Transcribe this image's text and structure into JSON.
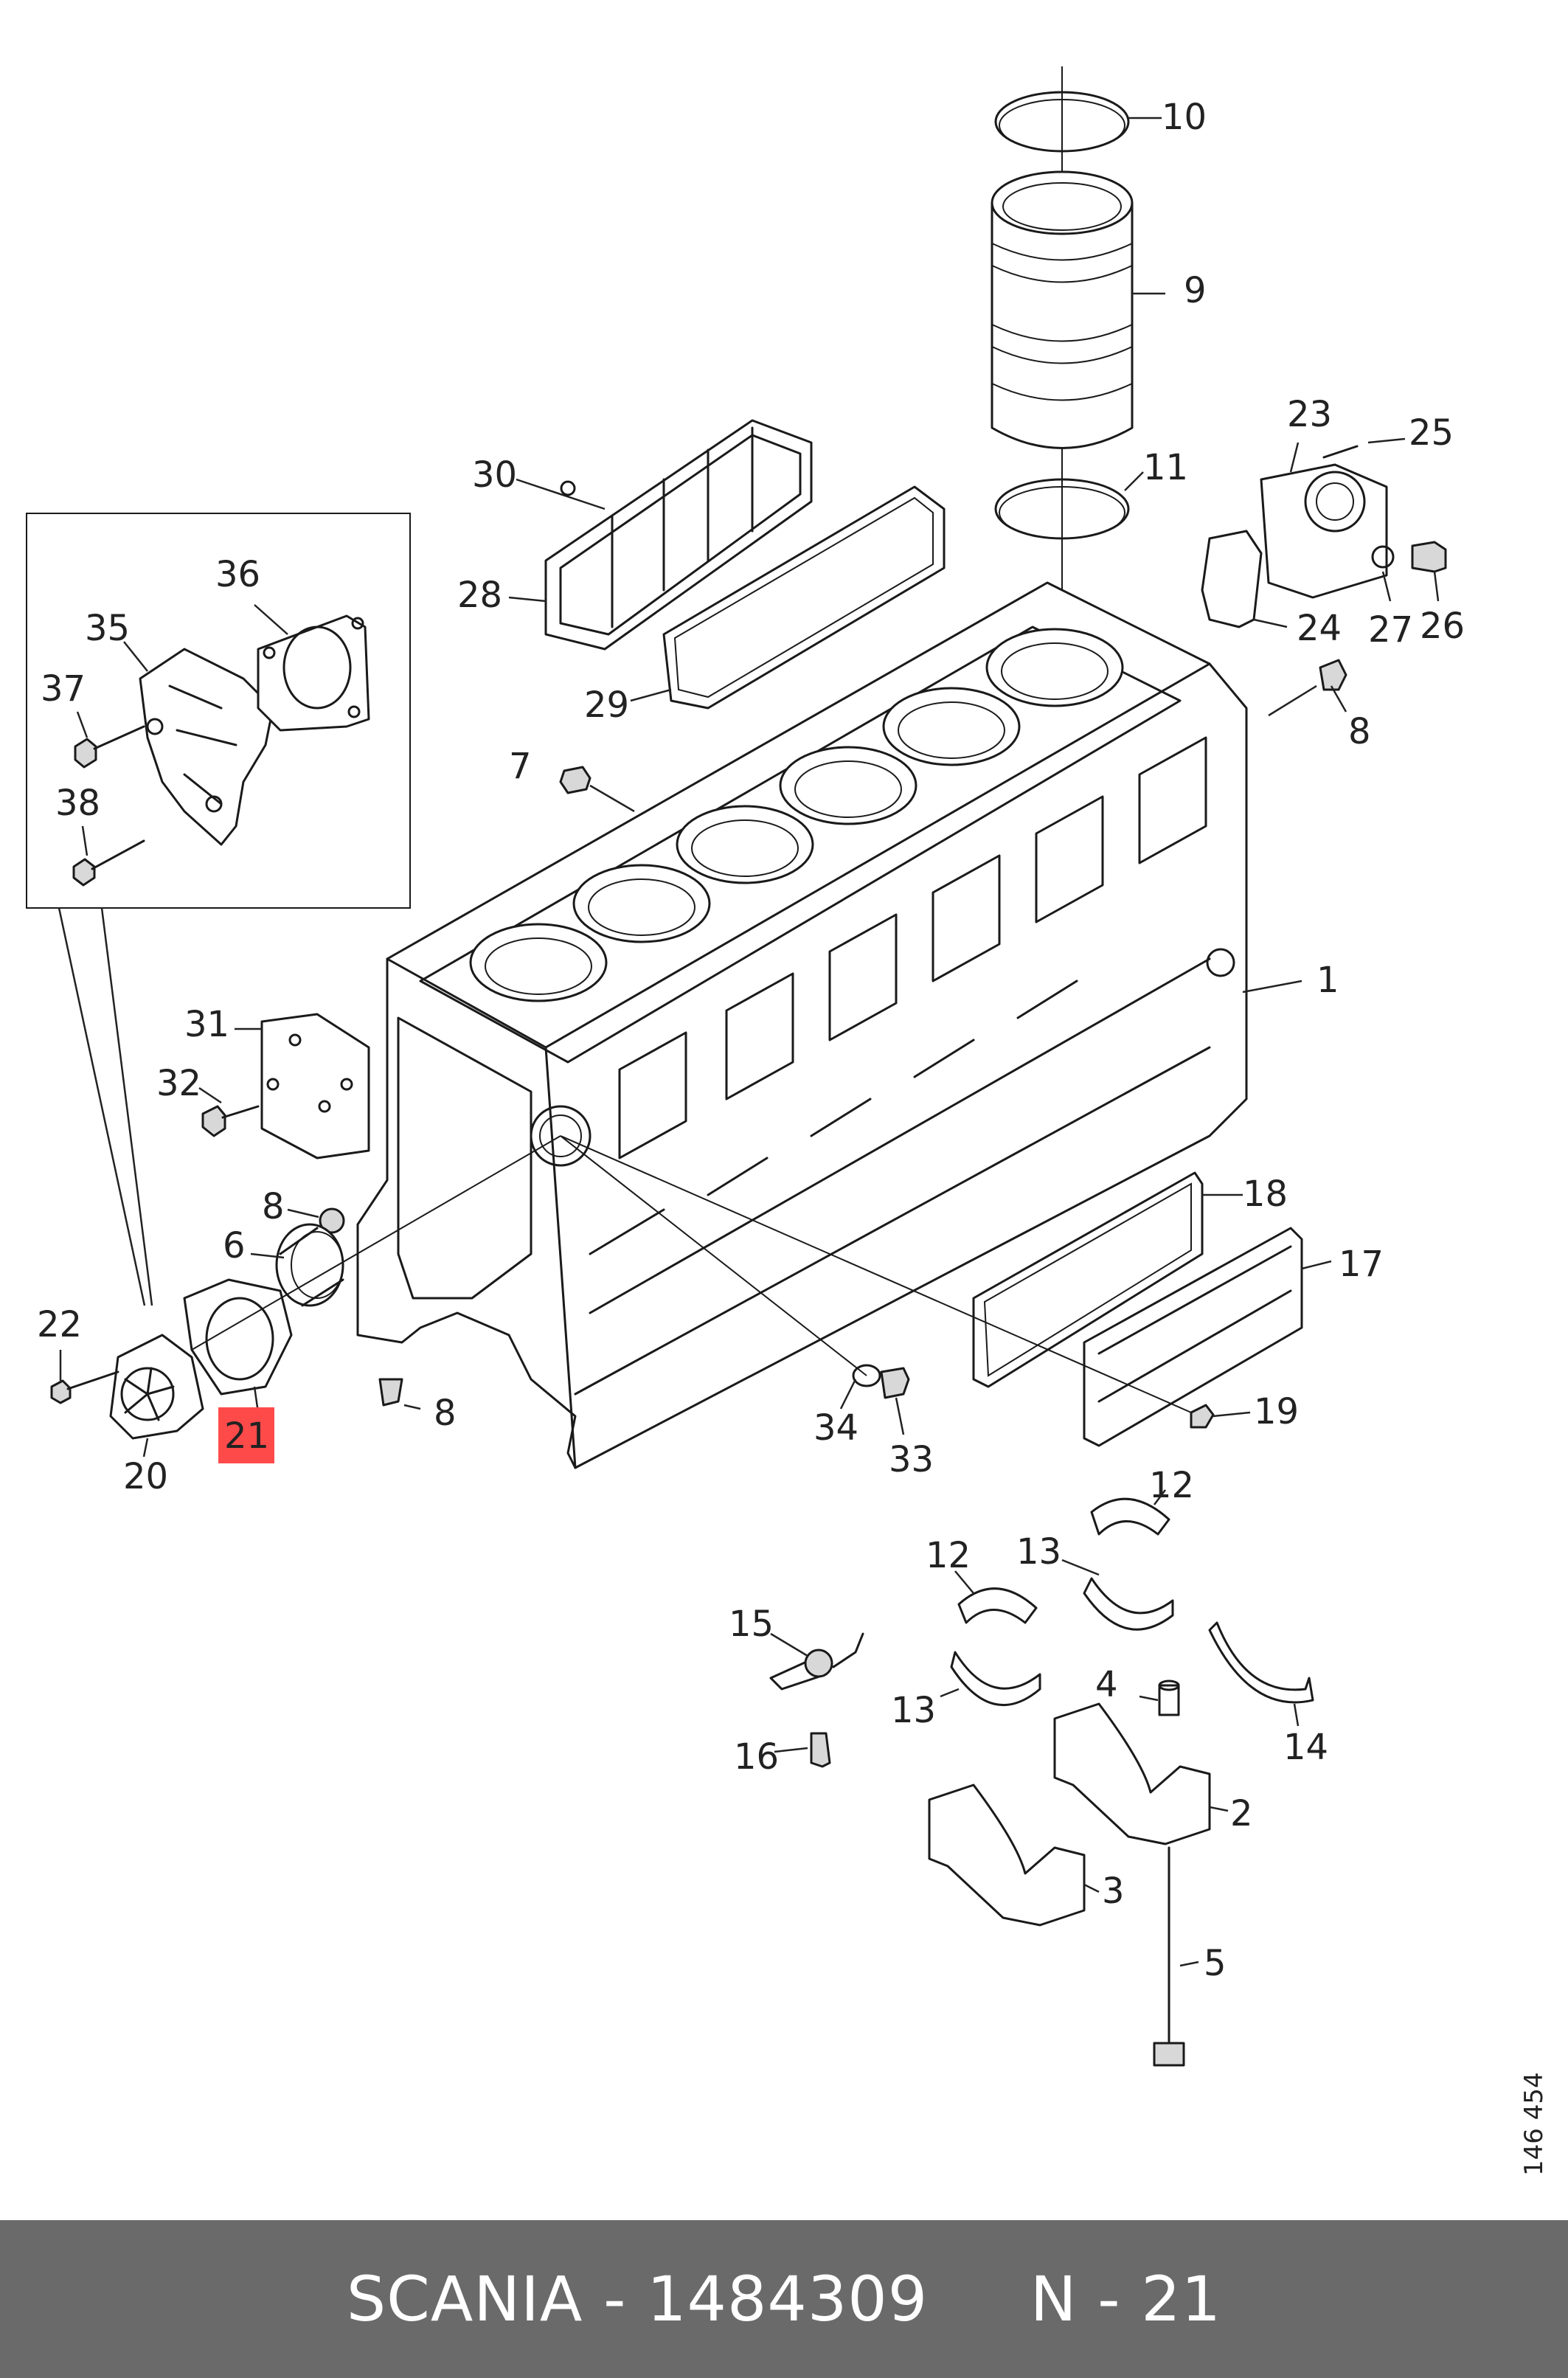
{
  "diagram": {
    "callouts": [
      {
        "id": "c1",
        "label": "1"
      },
      {
        "id": "c2",
        "label": "2"
      },
      {
        "id": "c3",
        "label": "3"
      },
      {
        "id": "c4",
        "label": "4"
      },
      {
        "id": "c5",
        "label": "5"
      },
      {
        "id": "c6",
        "label": "6"
      },
      {
        "id": "c7",
        "label": "7"
      },
      {
        "id": "c8a",
        "label": "8"
      },
      {
        "id": "c8b",
        "label": "8"
      },
      {
        "id": "c8c",
        "label": "8"
      },
      {
        "id": "c9",
        "label": "9"
      },
      {
        "id": "c10",
        "label": "10"
      },
      {
        "id": "c11",
        "label": "11"
      },
      {
        "id": "c12a",
        "label": "12"
      },
      {
        "id": "c12b",
        "label": "12"
      },
      {
        "id": "c13a",
        "label": "13"
      },
      {
        "id": "c13b",
        "label": "13"
      },
      {
        "id": "c14",
        "label": "14"
      },
      {
        "id": "c15",
        "label": "15"
      },
      {
        "id": "c16",
        "label": "16"
      },
      {
        "id": "c17",
        "label": "17"
      },
      {
        "id": "c18",
        "label": "18"
      },
      {
        "id": "c19",
        "label": "19"
      },
      {
        "id": "c20",
        "label": "20"
      },
      {
        "id": "c21",
        "label": "21",
        "highlighted": true
      },
      {
        "id": "c22",
        "label": "22"
      },
      {
        "id": "c23",
        "label": "23"
      },
      {
        "id": "c24",
        "label": "24"
      },
      {
        "id": "c25",
        "label": "25"
      },
      {
        "id": "c26",
        "label": "26"
      },
      {
        "id": "c27",
        "label": "27"
      },
      {
        "id": "c28",
        "label": "28"
      },
      {
        "id": "c29",
        "label": "29"
      },
      {
        "id": "c30",
        "label": "30"
      },
      {
        "id": "c31",
        "label": "31"
      },
      {
        "id": "c32",
        "label": "32"
      },
      {
        "id": "c33",
        "label": "33"
      },
      {
        "id": "c34",
        "label": "34"
      },
      {
        "id": "c35",
        "label": "35"
      },
      {
        "id": "c36",
        "label": "36"
      },
      {
        "id": "c37",
        "label": "37"
      },
      {
        "id": "c38",
        "label": "38"
      }
    ],
    "highlight_color": "#ff4a4a",
    "reference_number": "146 454"
  },
  "footer": {
    "text": "SCANIA - 1484309     N - 21",
    "background": "#6a6a6a",
    "text_color": "#ffffff"
  }
}
